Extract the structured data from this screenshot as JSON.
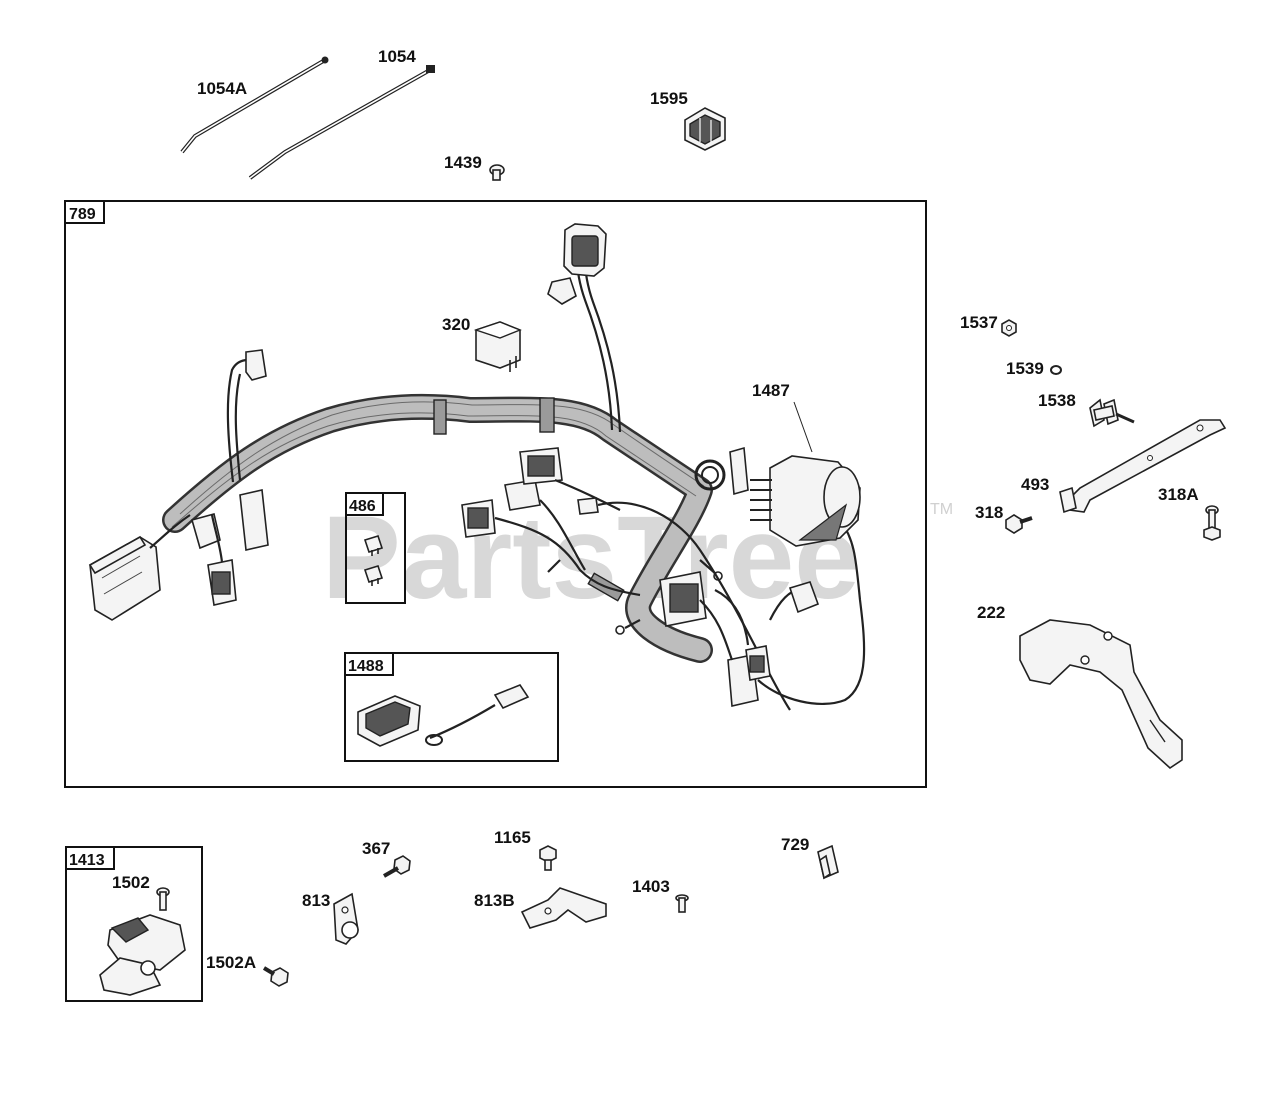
{
  "watermark": {
    "text": "PartsTree",
    "trademark": "TM"
  },
  "callouts": {
    "c1054A": "1054A",
    "c1054": "1054",
    "c1595": "1595",
    "c1439": "1439",
    "c320": "320",
    "c1487": "1487",
    "c1537": "1537",
    "c1539": "1539",
    "c1538": "1538",
    "c493": "493",
    "c318": "318",
    "c318A": "318A",
    "c222": "222",
    "c367": "367",
    "c1165": "1165",
    "c729": "729",
    "c1502": "1502",
    "c813": "813",
    "c813B": "813B",
    "c1403": "1403",
    "c1502A": "1502A"
  },
  "boxes": {
    "b789": "789",
    "b486": "486",
    "b1488": "1488",
    "b1413": "1413"
  }
}
